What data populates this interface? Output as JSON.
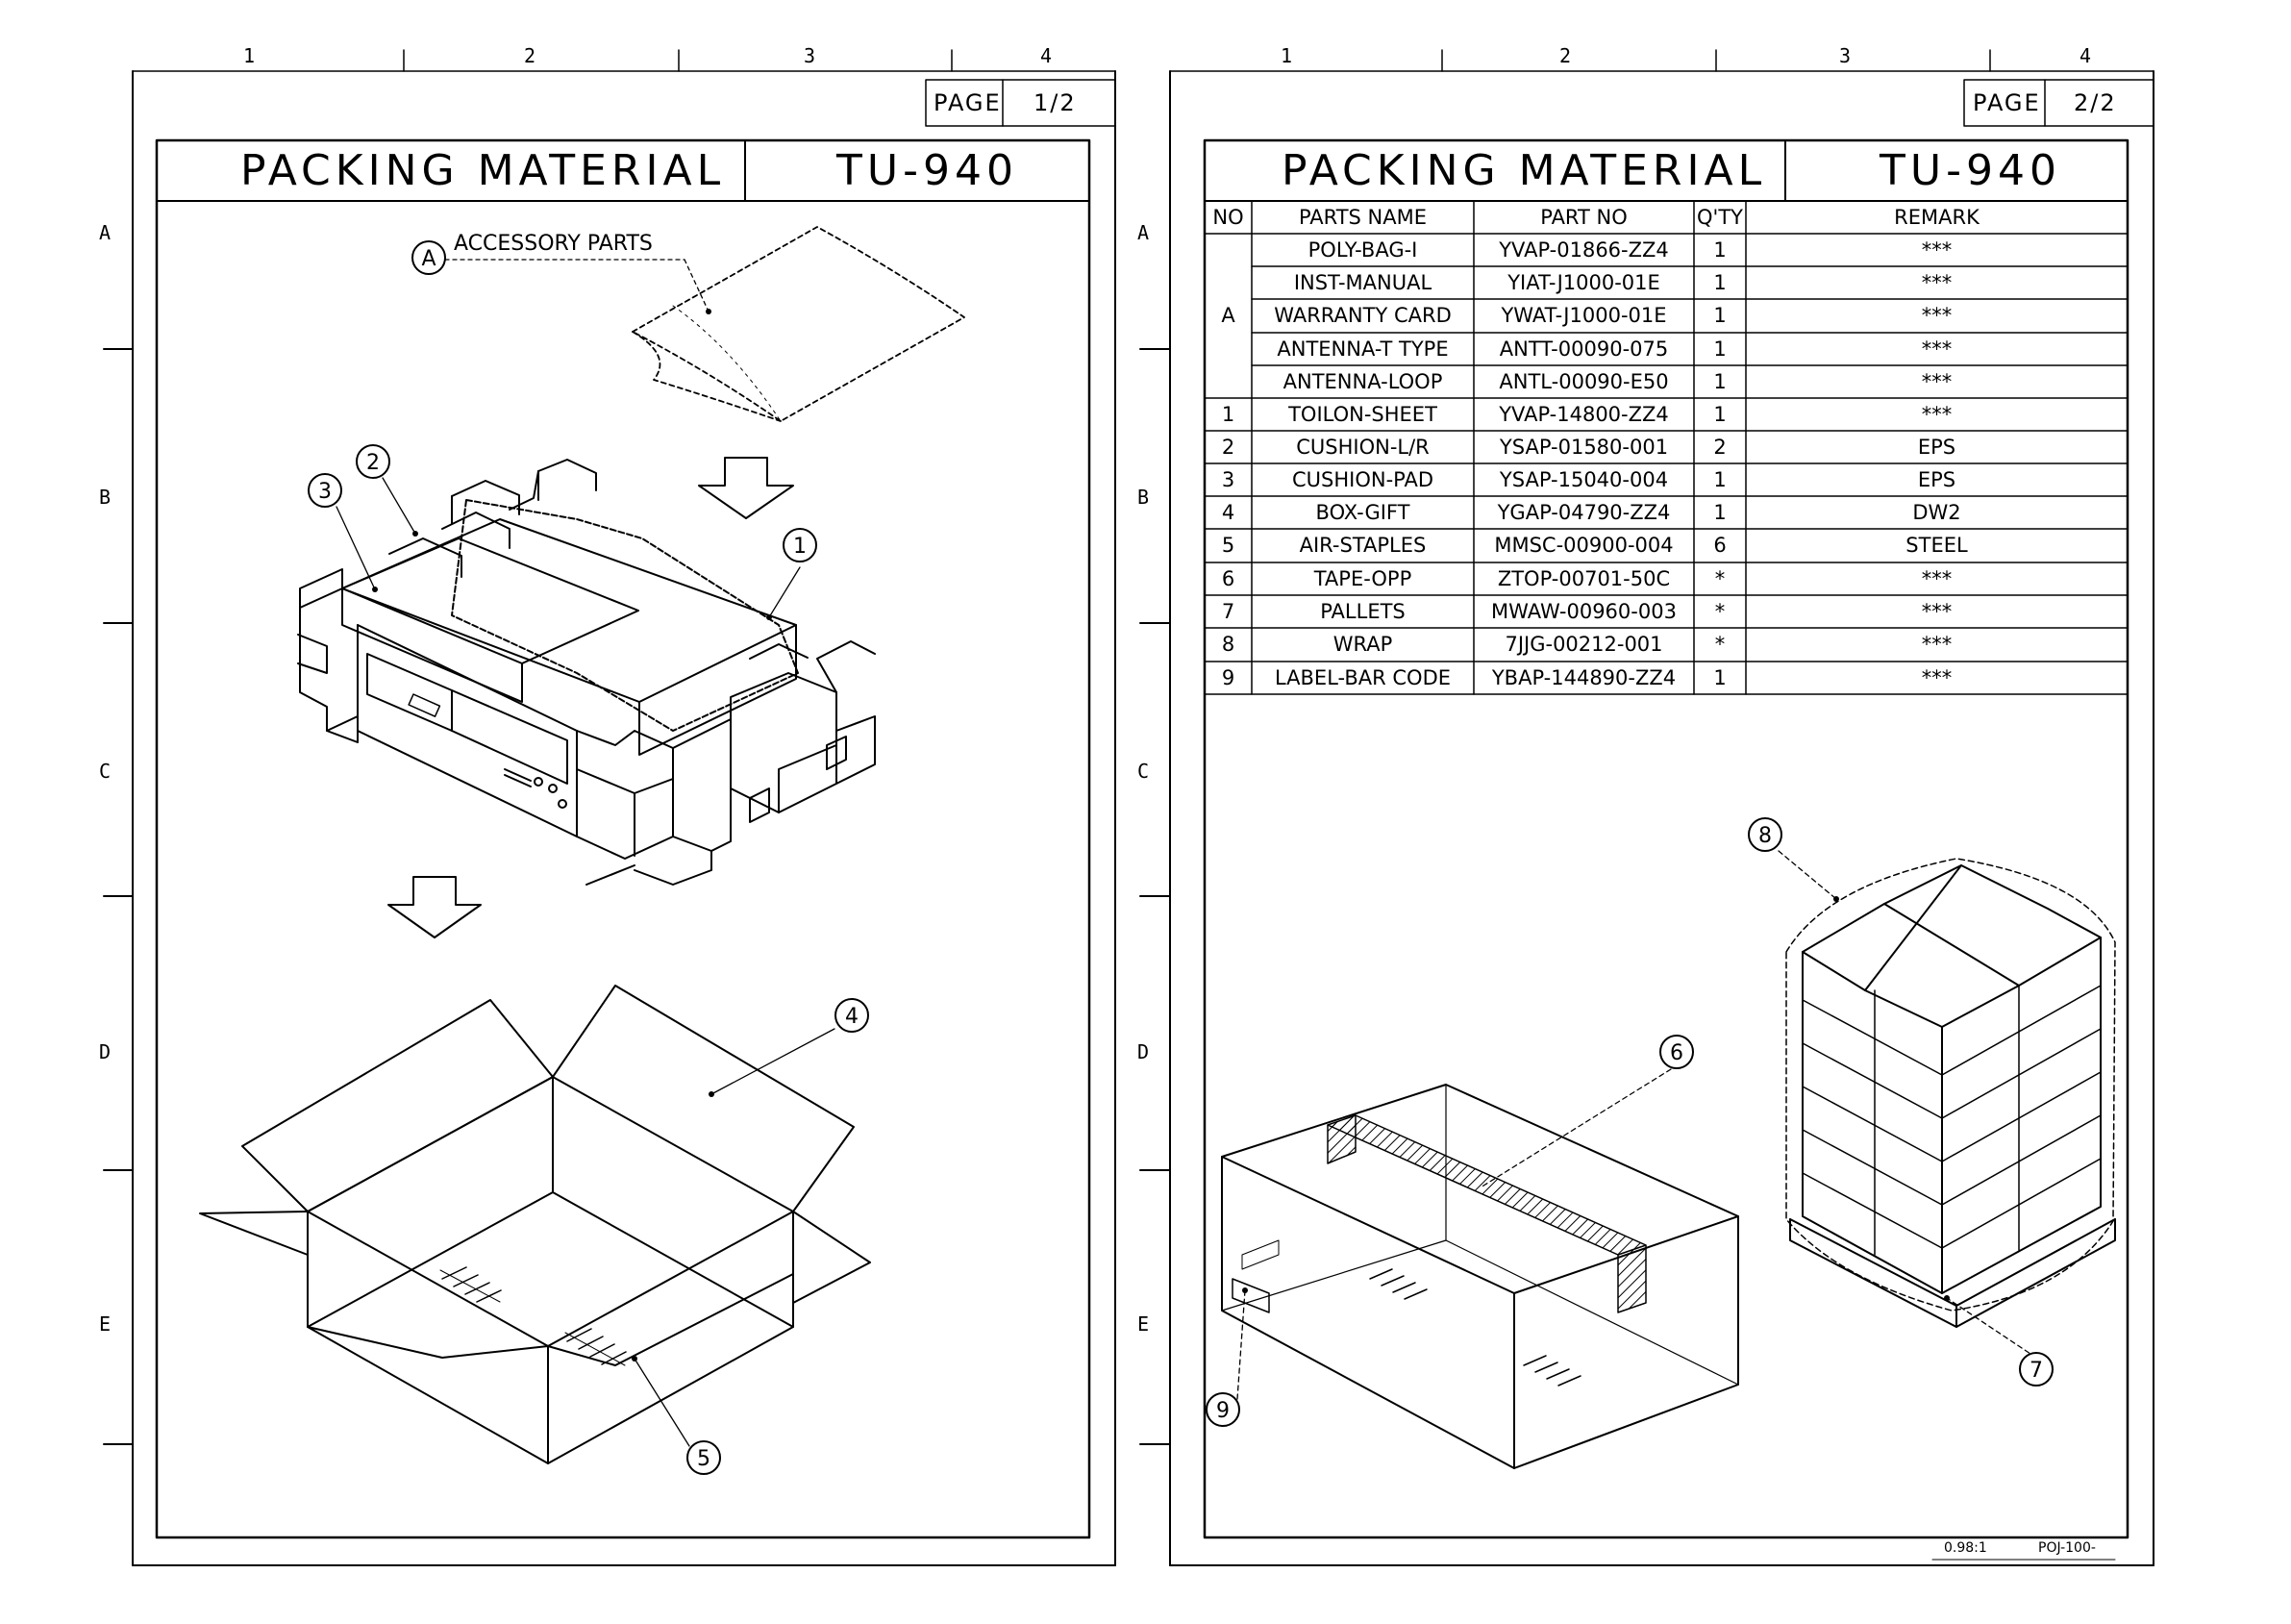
{
  "grid": {
    "columns": [
      "1",
      "2",
      "3",
      "4"
    ],
    "rows": [
      "A",
      "B",
      "C",
      "D",
      "E"
    ]
  },
  "sheet1": {
    "page_label": "PAGE",
    "page_value": "1/2",
    "title": "PACKING MATERIAL",
    "model": "TU-940",
    "accessory_label": "ACCESSORY PARTS",
    "callouts": [
      "A",
      "1",
      "2",
      "3",
      "4",
      "5"
    ]
  },
  "sheet2": {
    "page_label": "PAGE",
    "page_value": "2/2",
    "title": "PACKING MATERIAL",
    "model": "TU-940",
    "table": {
      "headers": [
        "NO",
        "PARTS NAME",
        "PART NO",
        "Q'TY",
        "REMARK"
      ],
      "rows": [
        {
          "no": "",
          "name": "POLY-BAG-I",
          "part": "YVAP-01866-ZZ4",
          "qty": "1",
          "remark": "***"
        },
        {
          "no": "",
          "name": "INST-MANUAL",
          "part": "YIAT-J1000-01E",
          "qty": "1",
          "remark": "***"
        },
        {
          "no": "A",
          "name": "WARRANTY CARD",
          "part": "YWAT-J1000-01E",
          "qty": "1",
          "remark": "***"
        },
        {
          "no": "",
          "name": "ANTENNA-T TYPE",
          "part": "ANTT-00090-075",
          "qty": "1",
          "remark": "***"
        },
        {
          "no": "",
          "name": "ANTENNA-LOOP",
          "part": "ANTL-00090-E50",
          "qty": "1",
          "remark": "***"
        },
        {
          "no": "1",
          "name": "TOILON-SHEET",
          "part": "YVAP-14800-ZZ4",
          "qty": "1",
          "remark": "***"
        },
        {
          "no": "2",
          "name": "CUSHION-L/R",
          "part": "YSAP-01580-001",
          "qty": "2",
          "remark": "EPS"
        },
        {
          "no": "3",
          "name": "CUSHION-PAD",
          "part": "YSAP-15040-004",
          "qty": "1",
          "remark": "EPS"
        },
        {
          "no": "4",
          "name": "BOX-GIFT",
          "part": "YGAP-04790-ZZ4",
          "qty": "1",
          "remark": "DW2"
        },
        {
          "no": "5",
          "name": "AIR-STAPLES",
          "part": "MMSC-00900-004",
          "qty": "6",
          "remark": "STEEL"
        },
        {
          "no": "6",
          "name": "TAPE-OPP",
          "part": "ZTOP-00701-50C",
          "qty": "*",
          "remark": "***"
        },
        {
          "no": "7",
          "name": "PALLETS",
          "part": "MWAW-00960-003",
          "qty": "*",
          "remark": "***"
        },
        {
          "no": "8",
          "name": "WRAP",
          "part": "7JJG-00212-001",
          "qty": "*",
          "remark": "***"
        },
        {
          "no": "9",
          "name": "LABEL-BAR CODE",
          "part": "YBAP-144890-ZZ4",
          "qty": "1",
          "remark": "***"
        }
      ]
    },
    "callouts": [
      "6",
      "7",
      "8",
      "9"
    ],
    "footer_scale": "0.98:1",
    "footer_code": "POJ-100-"
  }
}
